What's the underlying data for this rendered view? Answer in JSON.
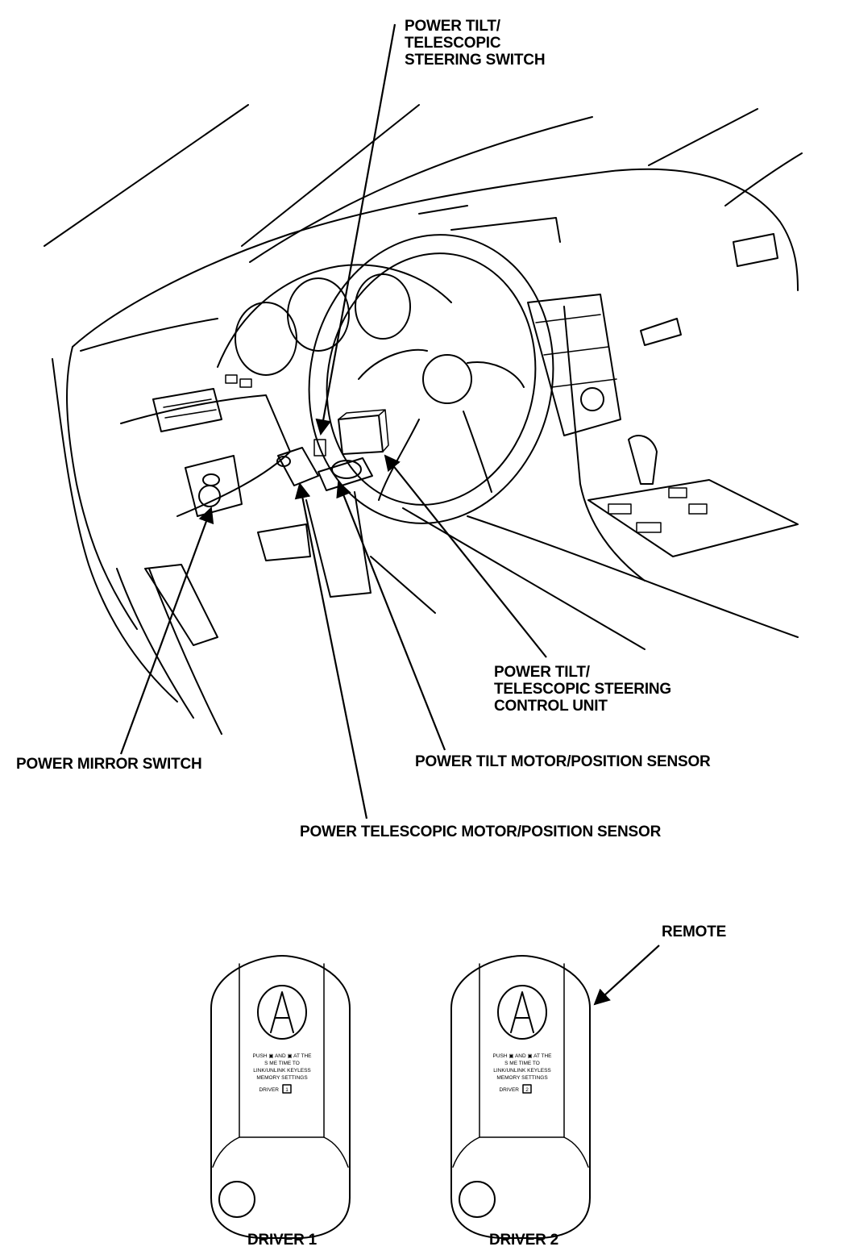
{
  "callouts": {
    "tilt_switch": [
      "POWER TILT/",
      "TELESCOPIC",
      "STEERING SWITCH"
    ],
    "control_unit": [
      "POWER TILT/",
      "TELESCOPIC STEERING",
      "CONTROL UNIT"
    ],
    "mirror_switch": "POWER MIRROR SWITCH",
    "tilt_motor": "POWER TILT MOTOR/POSITION SENSOR",
    "telescopic_motor": "POWER TELESCOPIC MOTOR/POSITION SENSOR",
    "remote": "REMOTE",
    "driver1": "DRIVER 1",
    "driver2": "DRIVER 2"
  },
  "fob": {
    "text_lines": [
      "PUSH ▣ AND ▣ AT THE",
      "S ME TIME TO",
      "LINK/UNLINK KEYLESS",
      "MEMORY SETTINGS"
    ],
    "driver_word": "DRIVER",
    "driver1_number": "1",
    "driver2_number": "2"
  },
  "icons": [
    "acura-logo-icon",
    "arrowhead-icon"
  ],
  "colors": {
    "ink": "#000000",
    "paper": "#ffffff"
  }
}
